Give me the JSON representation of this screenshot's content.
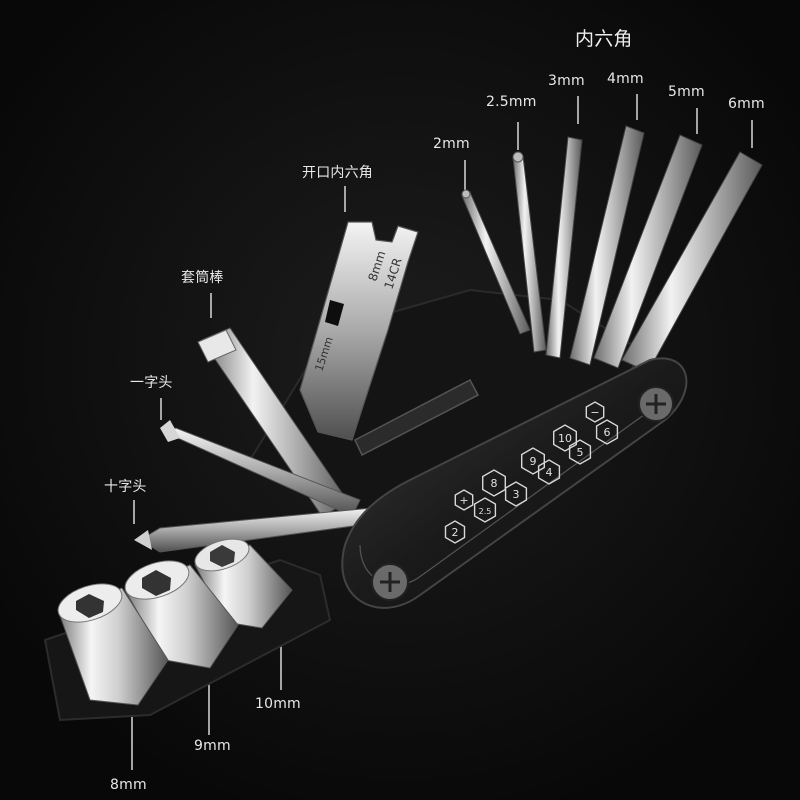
{
  "labels": {
    "hex_keys": "内六角",
    "size_2mm": "2mm",
    "size_2_5mm": "2.5mm",
    "size_3mm": "3mm",
    "size_4mm": "4mm",
    "size_5mm": "5mm",
    "size_6mm": "6mm",
    "open_wrench": "开口内六角",
    "socket_bar": "套筒棒",
    "flat_head": "一字头",
    "phillips_head": "十字头",
    "socket_8mm": "8mm",
    "socket_9mm": "9mm",
    "socket_10mm": "10mm"
  },
  "handle_markings": [
    "2",
    "2.5",
    "3",
    "4",
    "5",
    "6",
    "8",
    "9",
    "10",
    "+",
    "−"
  ],
  "wrench_markings": [
    "8mm",
    "14CR",
    "15mm"
  ],
  "colors": {
    "background": "#0c0c0c",
    "handle": "#1c1c1c",
    "steel": "#c9c9c9",
    "label": "#e8e8e8"
  }
}
